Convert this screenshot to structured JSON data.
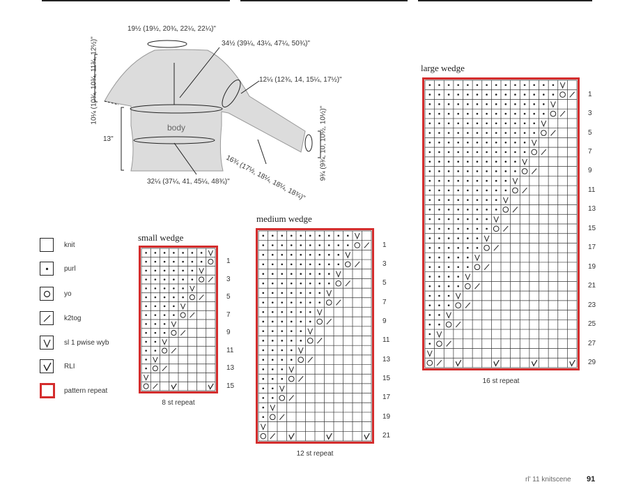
{
  "schematic": {
    "neck": "19½ (19½, 20¾, 22¼, 22¼)\"",
    "chest_top": "34½ (39¼, 43¼, 47¼, 50¾)\"",
    "upper_arm": "12¼ (12¾, 14, 15¼, 17½)\"",
    "yoke_depth": "10¼ (10¾, 10¾, 11¾, 12½)\"",
    "label_body": "body",
    "body_length": "13\"",
    "sleeve_length": "16¾ (17½, 18¼, 18¼, 18¾)\"",
    "cuff": "9¾ (9¾, 10, 10½, 10½)\"",
    "hem": "32¼ (37¼, 41, 45¼, 48¾)\""
  },
  "legend": {
    "items": [
      {
        "symbol": "knit",
        "label": "knit"
      },
      {
        "symbol": "purl",
        "label": "purl"
      },
      {
        "symbol": "yo",
        "label": "yo"
      },
      {
        "symbol": "k2tog",
        "label": "k2tog"
      },
      {
        "symbol": "sl",
        "label": "sl 1 pwise wyb"
      },
      {
        "symbol": "rli",
        "label": "RLI"
      },
      {
        "symbol": "repeat",
        "label": "pattern repeat"
      }
    ]
  },
  "charts": {
    "small": {
      "title": "small wedge",
      "caption": "8 st repeat",
      "stitches": 8,
      "rows": 16,
      "row_labels": [
        "15",
        "13",
        "11",
        "9",
        "7",
        "5",
        "3",
        "1"
      ]
    },
    "medium": {
      "title": "medium wedge",
      "caption": "12 st repeat",
      "stitches": 12,
      "rows": 22,
      "row_labels": [
        "21",
        "19",
        "17",
        "15",
        "13",
        "11",
        "9",
        "7",
        "5",
        "3",
        "1"
      ]
    },
    "large": {
      "title": "large wedge",
      "caption": "16 st repeat",
      "stitches": 16,
      "rows": 30,
      "row_labels": [
        "29",
        "27",
        "25",
        "23",
        "21",
        "19",
        "17",
        "15",
        "13",
        "11",
        "9",
        "7",
        "5",
        "3",
        "1"
      ]
    }
  },
  "footer": {
    "text": "rl’ 11 knitscene",
    "page": "91"
  },
  "colors": {
    "repeat_outline": "#d42d2d",
    "sweater_fill": "#dcdcdc",
    "grid_line": "#333333"
  }
}
